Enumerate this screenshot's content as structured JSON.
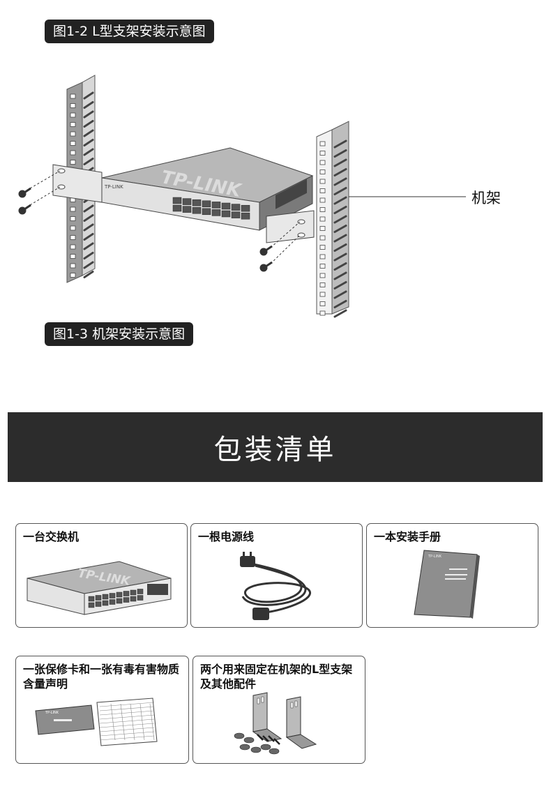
{
  "figures": {
    "fig12_caption": "图1-2  L型支架安装示意图",
    "fig13_caption": "图1-3  机架安装示意图",
    "rack_label": "机架",
    "brand": "TP-LINK"
  },
  "section": {
    "title": "包装清单"
  },
  "items": [
    {
      "label": "一台交换机"
    },
    {
      "label": "一根电源线"
    },
    {
      "label": "一本安装手册"
    },
    {
      "label": "一张保修卡和一张有毒有害物质含量声明"
    },
    {
      "label": "两个用来固定在机架的L型支架及其他配件"
    }
  ],
  "colors": {
    "banner": "#2c2c2c",
    "tag": "#222222",
    "switch_body": "#8a8a8a"
  }
}
